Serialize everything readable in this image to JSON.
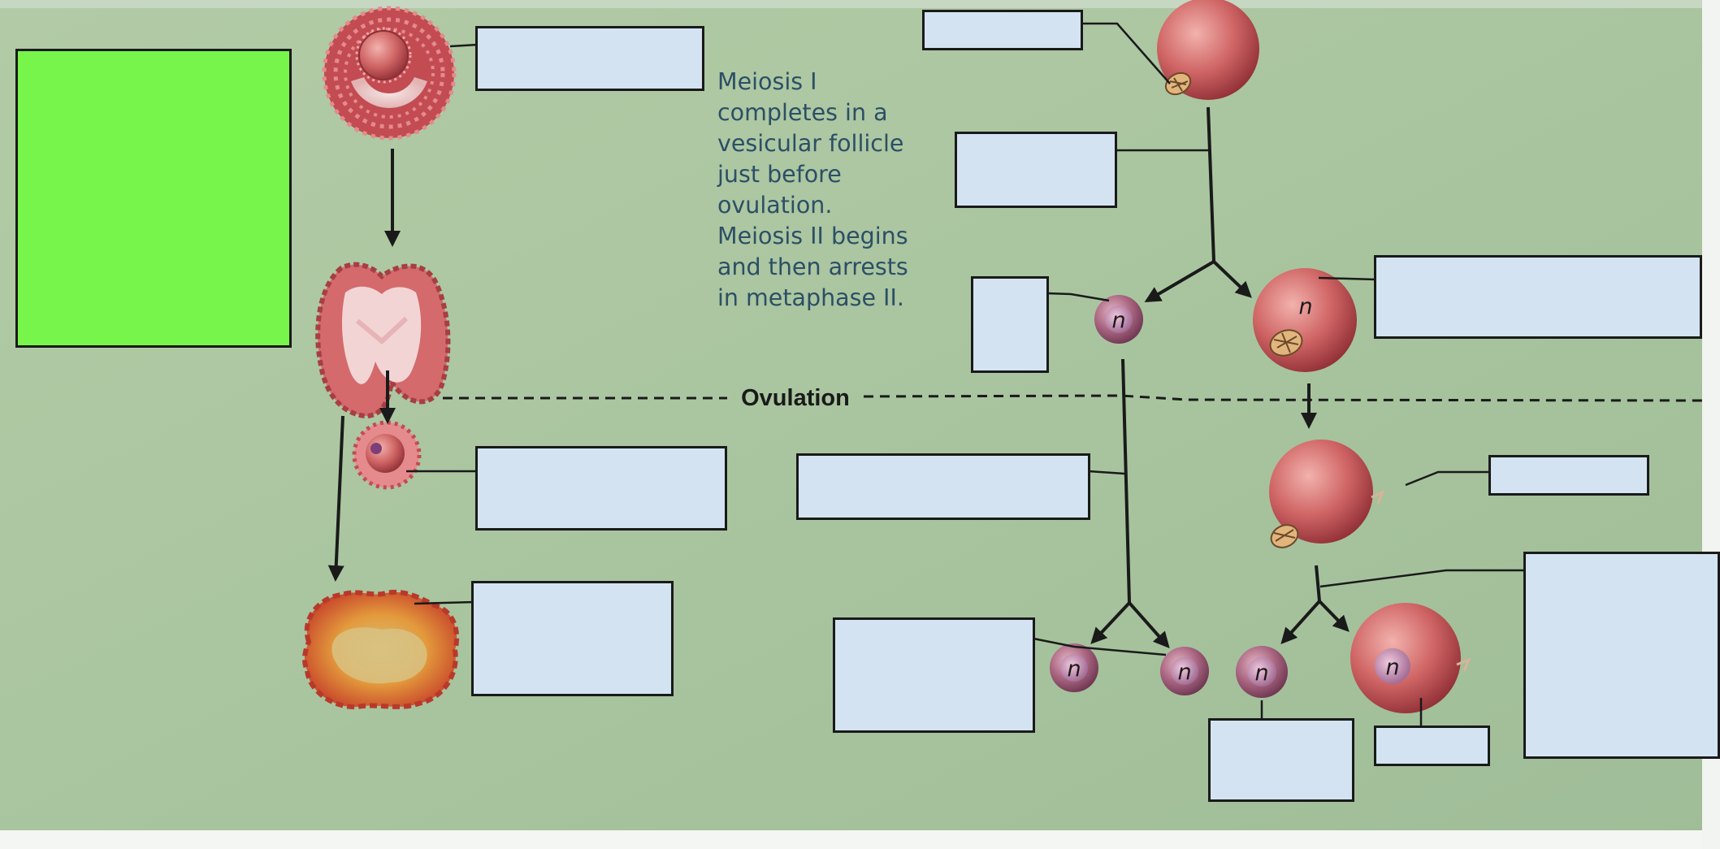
{
  "diagram": {
    "caption_lines": [
      "Meiosis I",
      "completes in a",
      "vesicular follicle",
      "just before",
      "ovulation.",
      "Meiosis II begins",
      "and then arrests",
      "in metaphase II."
    ],
    "ovulation_label": "Ovulation",
    "haploid_symbol": "n",
    "colors": {
      "background": "#a9c6a0",
      "label_box": "#d3e3f2",
      "green_box": "#78f54a",
      "cell": "#c05555",
      "polar_body": "#9a5a78",
      "caption_text": "#2c4f66"
    }
  }
}
